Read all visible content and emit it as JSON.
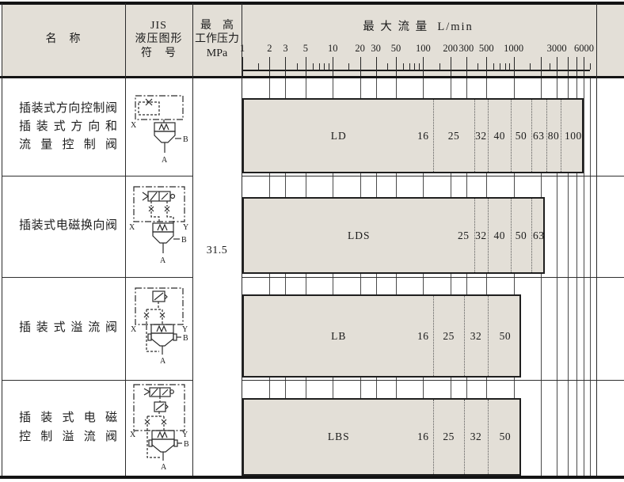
{
  "colors": {
    "paper": "#e3dfd7",
    "line_dark": "#141414",
    "grid_line": "#4a4a4a",
    "dotted": "#5a5a5a",
    "text": "#1c1c1c"
  },
  "header": {
    "col_name": "名　称",
    "col_symbol_lines": [
      "JIS",
      "液压图形",
      "符　号"
    ],
    "col_pressure_lines": [
      "最　高",
      "工作压力",
      "MPa"
    ],
    "flow_title": "最 大 流 量  L/min"
  },
  "pressure_value": "31.5",
  "axis": {
    "unit": "L/min",
    "scale": "log",
    "min": 1,
    "max": 7000,
    "labeled_ticks": [
      1,
      2,
      3,
      5,
      10,
      20,
      30,
      50,
      100,
      200,
      300,
      500,
      1000,
      3000,
      6000
    ],
    "long_unlabeled_ticks": [
      2000,
      4000,
      5000
    ],
    "minor_ticks": [
      1.5,
      4,
      6,
      7,
      8,
      9,
      15,
      40,
      60,
      70,
      80,
      90,
      150,
      400,
      600,
      700,
      800,
      900,
      1500,
      2500,
      7000
    ],
    "grid_lines": [
      2,
      3,
      5,
      10,
      20,
      30,
      50,
      100,
      200,
      300,
      500,
      1000,
      2000,
      3000,
      4000,
      5000,
      6000,
      7000
    ]
  },
  "rows": [
    {
      "name_lines": [
        "插装式方向控制阀",
        "插装式方向和",
        "流量控制阀"
      ],
      "ports": {
        "x": "X",
        "a": "A",
        "b": "B"
      }
    },
    {
      "name_lines": [
        "插装式电磁换向阀"
      ],
      "ports": {
        "x": "X",
        "y": "Y",
        "a": "A",
        "b": "B"
      }
    },
    {
      "name_lines": [
        "插装式溢流阀"
      ],
      "ports": {
        "x": "X",
        "y": "Y",
        "a": "A",
        "b": "B"
      }
    },
    {
      "name_lines": [
        "插装式电磁",
        "控制溢流阀"
      ],
      "ports": {
        "x": "X",
        "y": "Y",
        "a": "A",
        "b": "B"
      }
    }
  ],
  "chart_data": {
    "type": "bar",
    "title": "最大流量 L/min",
    "x_scale": "log",
    "x_unit": "L/min",
    "x_range": [
      1,
      7000
    ],
    "x_ticks": [
      1,
      2,
      3,
      5,
      10,
      20,
      30,
      50,
      100,
      200,
      300,
      500,
      1000,
      3000,
      6000
    ],
    "series": [
      {
        "name": "LD",
        "flow_min": 1,
        "flow_max": 6000,
        "segments": [
          {
            "size": "16",
            "to": 125
          },
          {
            "size": "25",
            "to": 350
          },
          {
            "size": "32",
            "to": 500
          },
          {
            "size": "40",
            "to": 900
          },
          {
            "size": "50",
            "to": 1500
          },
          {
            "size": "63",
            "to": 2200
          },
          {
            "size": "80",
            "to": 3200
          },
          {
            "size": "100",
            "to": 6000
          }
        ]
      },
      {
        "name": "LDS",
        "flow_min": 1,
        "flow_max": 2200,
        "segments": [
          {
            "size": "25",
            "to": 350
          },
          {
            "size": "32",
            "to": 500
          },
          {
            "size": "40",
            "to": 900
          },
          {
            "size": "50",
            "to": 1500
          },
          {
            "size": "63",
            "to": 2200
          }
        ]
      },
      {
        "name": "LB",
        "flow_min": 1,
        "flow_max": 1200,
        "segments": [
          {
            "size": "16",
            "to": 125
          },
          {
            "size": "25",
            "to": 270
          },
          {
            "size": "32",
            "to": 500
          },
          {
            "size": "50",
            "to": 1200
          }
        ]
      },
      {
        "name": "LBS",
        "flow_min": 1,
        "flow_max": 1200,
        "segments": [
          {
            "size": "16",
            "to": 125
          },
          {
            "size": "25",
            "to": 270
          },
          {
            "size": "32",
            "to": 500
          },
          {
            "size": "50",
            "to": 1200
          }
        ]
      }
    ]
  }
}
